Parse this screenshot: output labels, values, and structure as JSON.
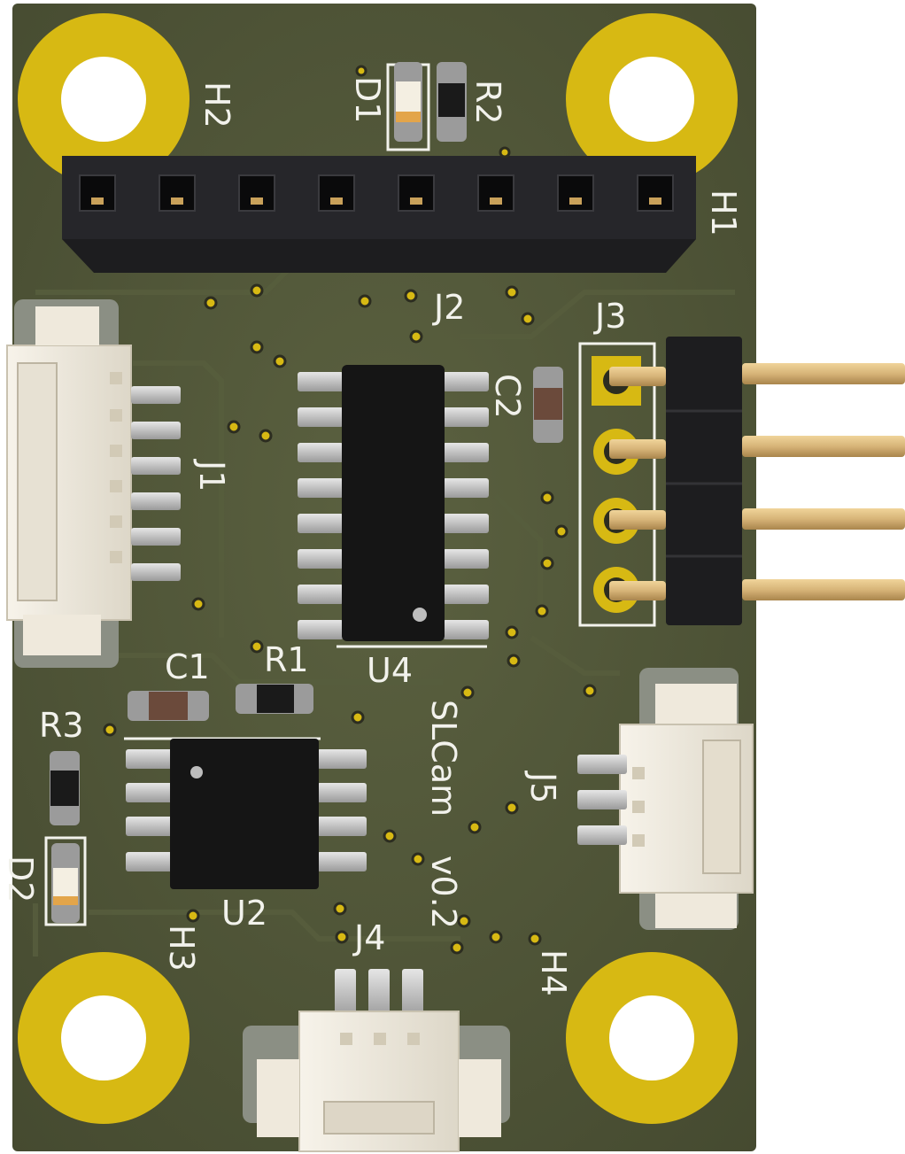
{
  "board": {
    "name": "SLCam",
    "version": "v0.2",
    "colors": {
      "solder_mask": "#4a4f33",
      "copper_pad": "#d7b913",
      "silkscreen": "#f2f2ec",
      "header_plastic": "#1d1d1f",
      "connector_plastic": "#f1ece2",
      "pin_gold": "#d9b77c"
    }
  },
  "designators": {
    "H1": "H1",
    "H2": "H2",
    "H3": "H3",
    "H4": "H4",
    "D1": "D1",
    "D2": "D2",
    "R1": "R1",
    "R2": "R2",
    "R3": "R3",
    "C1": "C1",
    "C2": "C2",
    "J1": "J1",
    "J2": "J2",
    "J3": "J3",
    "J4": "J4",
    "J5": "J5",
    "U2": "U2",
    "U4": "U4"
  },
  "icons": {
    "mounting_hole": "mounting-hole-icon",
    "pin_header": "pin-header-icon",
    "jst_connector": "jst-connector-icon",
    "ic": "ic-chip-icon"
  }
}
